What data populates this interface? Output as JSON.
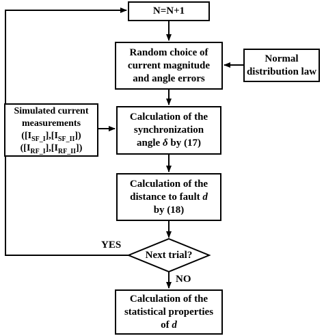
{
  "nodes": {
    "counter": {
      "text": "N=N+1"
    },
    "random_choice": {
      "lines": [
        "Random choice of",
        "current magnitude",
        "and angle errors"
      ]
    },
    "normal_distribution": {
      "lines": [
        "Normal",
        "distribution law"
      ]
    },
    "simulated": {
      "line1": "Simulated current",
      "line2": "measurements",
      "sf1": "SF_I",
      "sf2": "SF_II",
      "rf1": "RF_I",
      "rf2": "RF_II"
    },
    "sync_angle": {
      "line1": "Calculation of the",
      "line2": "synchronization",
      "line3_pre": "angle",
      "symbol": "δ",
      "line3_post": "by (17)"
    },
    "distance": {
      "line1": "Calculation of the",
      "line2_pre": "distance to fault",
      "symbol": "d",
      "line3": "by (18)"
    },
    "decision": {
      "text": "Next trial?"
    },
    "statistics": {
      "line1": "Calculation of the",
      "line2": "statistical properties",
      "line3_pre": "of",
      "symbol": "d"
    }
  },
  "edges": {
    "yes_label": "YES",
    "no_label": "NO"
  }
}
